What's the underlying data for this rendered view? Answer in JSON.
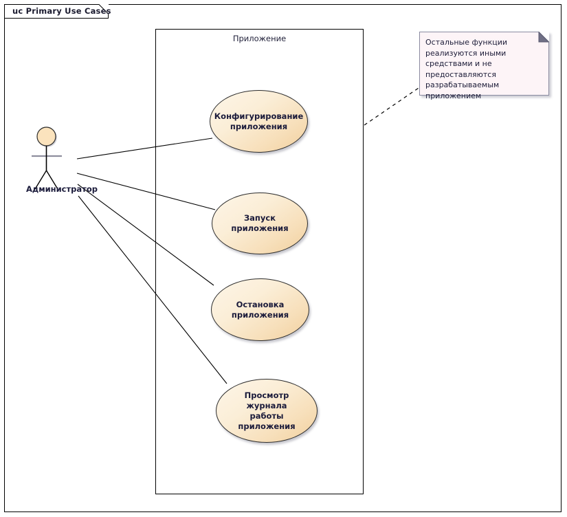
{
  "frame": {
    "title": "uc Primary Use Cases"
  },
  "boundary": {
    "label": "Приложение"
  },
  "actor": {
    "name": "Администратор",
    "icon": "actor-stick-figure-icon"
  },
  "use_cases": [
    {
      "id": "configure",
      "label": "Конфигурирование\nприложения"
    },
    {
      "id": "start",
      "label": "Запуск приложения"
    },
    {
      "id": "stop",
      "label": "Остановка\nприложения"
    },
    {
      "id": "viewlog",
      "label": "Просмотр журнала\nработы приложения"
    }
  ],
  "note": {
    "text": "Остальные функции реализуются иными средствами и не предоставляются разрабатываемым приложением"
  },
  "colors": {
    "usecase_fill_light": "#fdf5e8",
    "usecase_fill_dark": "#f1cf9d",
    "usecase_stroke": "#2b2b2b",
    "note_fill": "#fdf4f7",
    "note_stroke": "#8a8aa0",
    "actor_head_fill": "#fbe3bd",
    "line_color": "#000000",
    "text_color": "#1a1a3a"
  },
  "associations": [
    {
      "from": "actor",
      "to": "configure"
    },
    {
      "from": "actor",
      "to": "start"
    },
    {
      "from": "actor",
      "to": "stop"
    },
    {
      "from": "actor",
      "to": "viewlog"
    }
  ],
  "note_anchor": {
    "from": "note",
    "to": "boundary",
    "style": "dashed"
  }
}
